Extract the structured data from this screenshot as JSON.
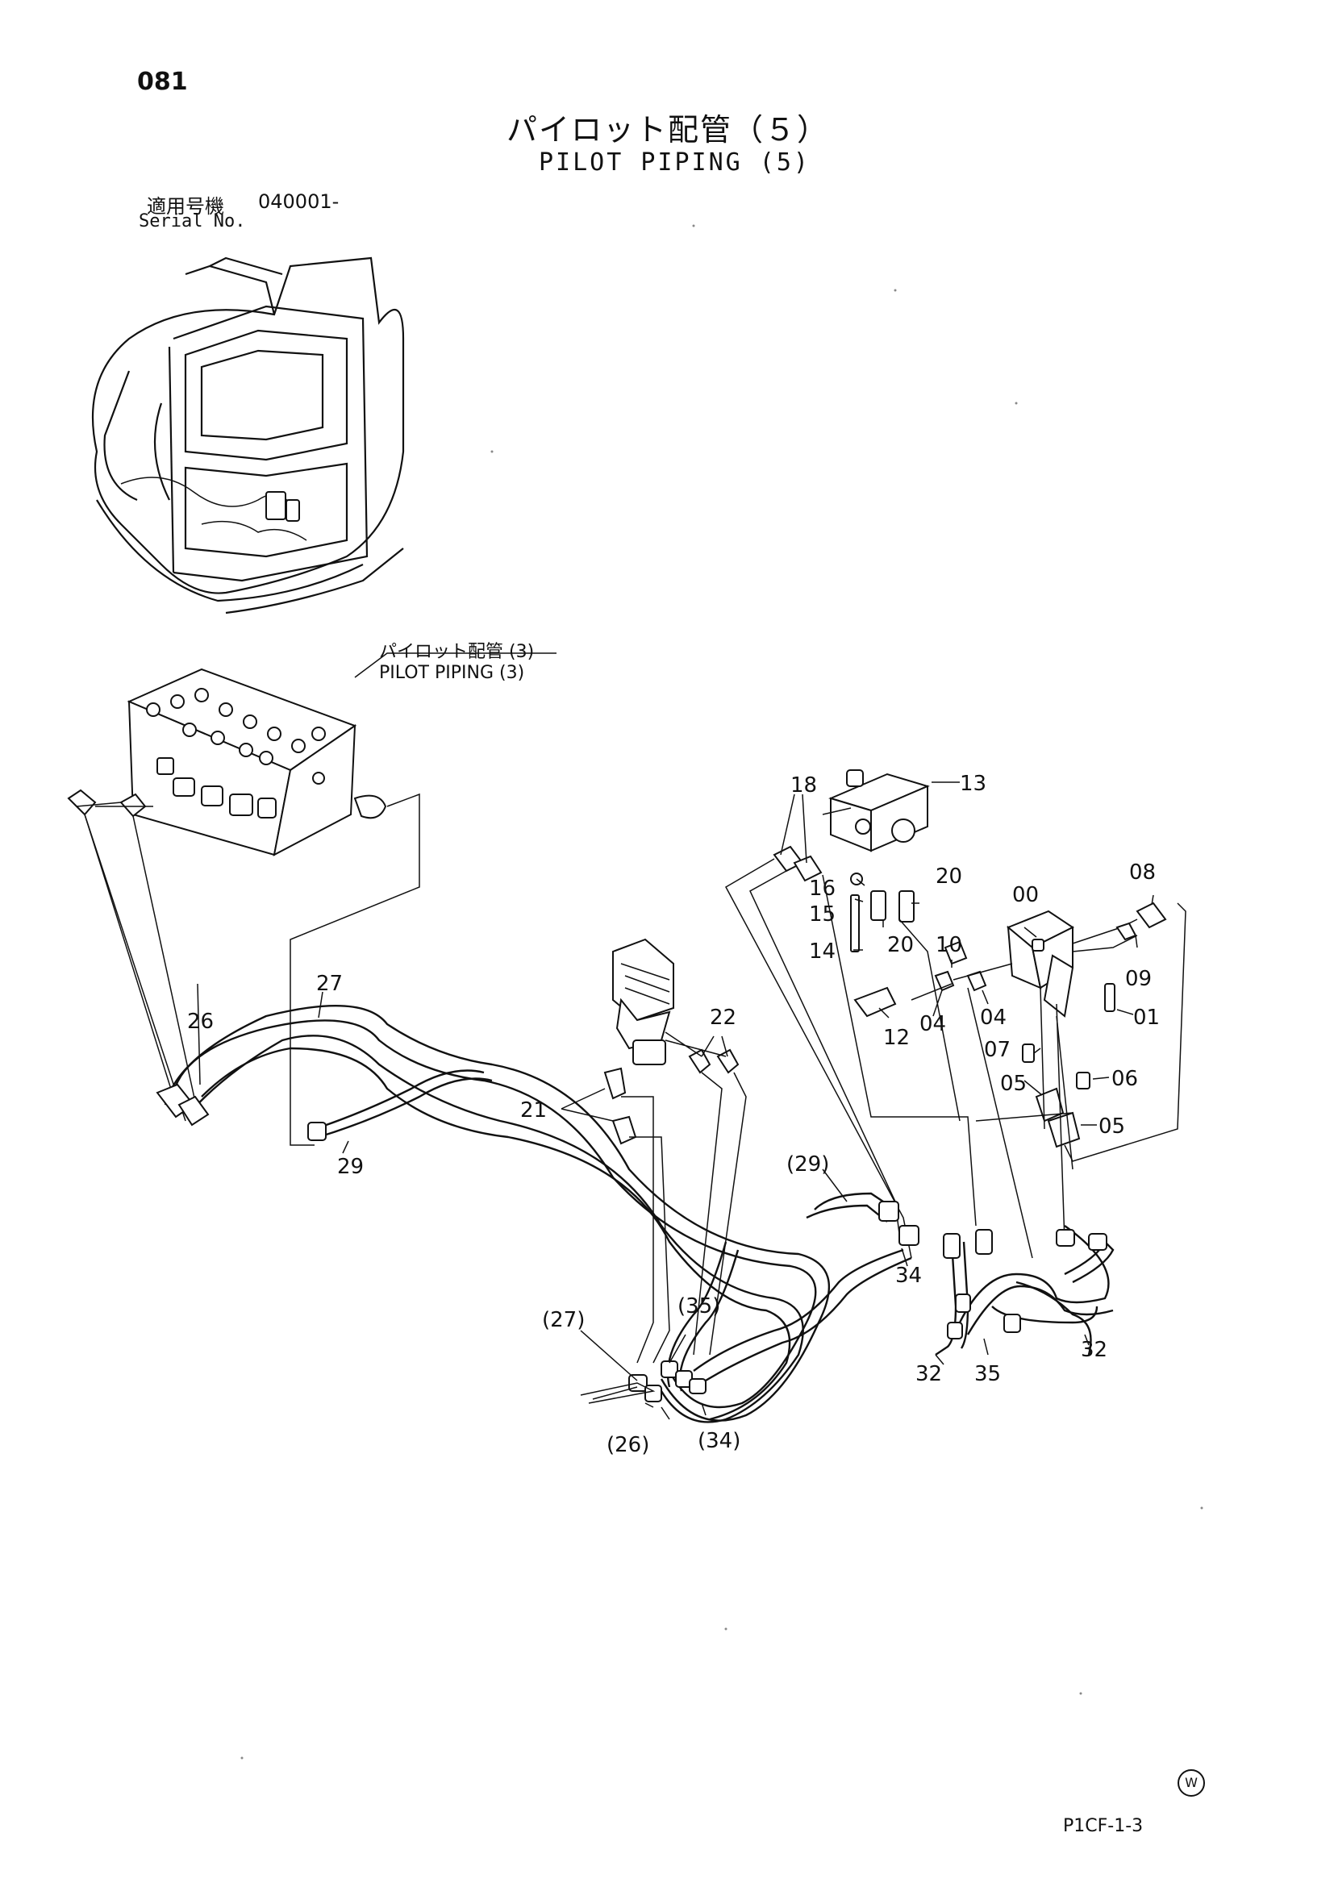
{
  "page_number": "081",
  "title_jp": "パイロット配管（５）",
  "title_en": "PILOT PIPING (5)",
  "serial": {
    "label_jp": "適用号機",
    "label_en": "Serial No.",
    "value": "040001-"
  },
  "reference": {
    "label_jp": "パイロット配管 (3)",
    "label_en": "PILOT PIPING (3)"
  },
  "doc_code": "P1CF-1-3",
  "mark": "W",
  "callouts": [
    "00",
    "01",
    "04",
    "04",
    "05",
    "05",
    "06",
    "07",
    "08",
    "09",
    "10",
    "12",
    "13",
    "14",
    "15",
    "16",
    "18",
    "20",
    "20",
    "21",
    "22",
    "26",
    "27",
    "29",
    "(29)",
    "32",
    "32",
    "34",
    "35",
    "(35)",
    "(27)",
    "(26)",
    "(34)"
  ]
}
